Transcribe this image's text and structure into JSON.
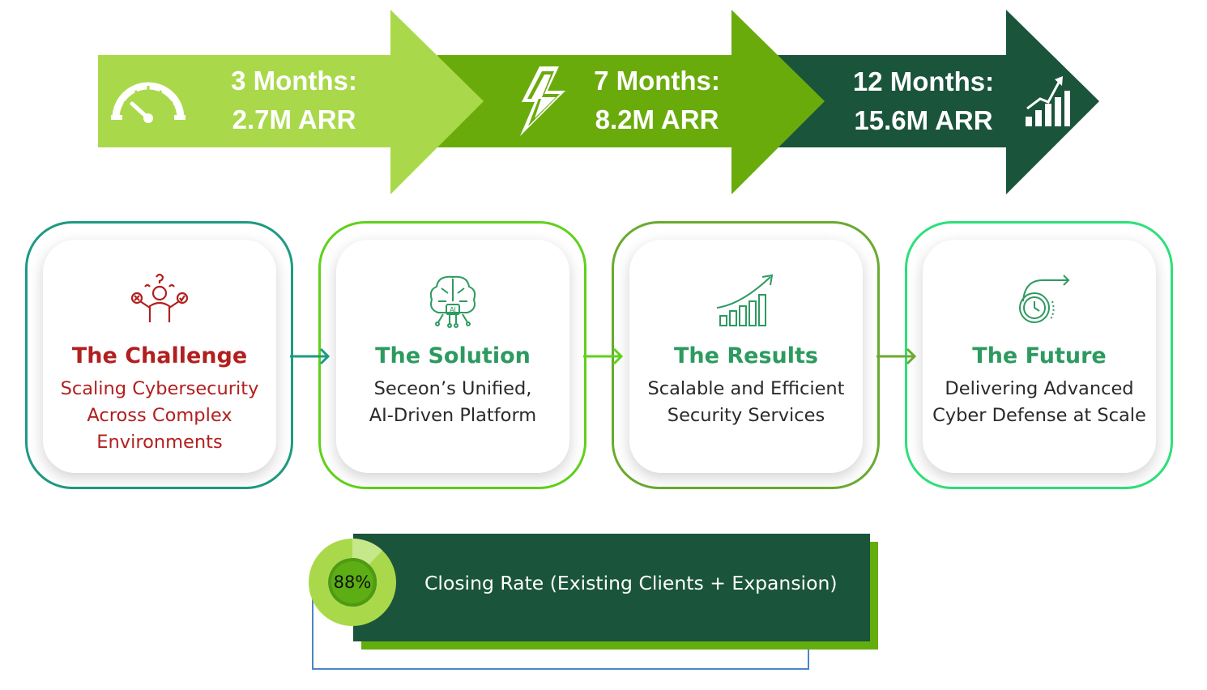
{
  "timeline": [
    {
      "label": "3 Months:",
      "value": "2.7M ARR",
      "icon": "speedometer-icon",
      "color": "#a9d94a"
    },
    {
      "label": "7 Months:",
      "value": "8.2M ARR",
      "icon": "lightning-icon",
      "color": "#6aab0c"
    },
    {
      "label": "12 Months:",
      "value": "15.6M ARR",
      "icon": "growth-chart-icon",
      "color": "#1a543b"
    }
  ],
  "cards": [
    {
      "title": "The Challenge",
      "description": "Scaling Cybersecurity Across Complex Environments",
      "icon": "confused-person-icon",
      "border_color": "#1d9a82",
      "title_color": "#b21f1f",
      "text_color": "#b21f1f"
    },
    {
      "title": "The Solution",
      "description": "Seceon’s Unified, AI-Driven Platform",
      "icon": "ai-brain-icon",
      "border_color": "#5fd11a",
      "title_color": "#2d9a5f",
      "text_color": "#2a2a2a"
    },
    {
      "title": "The Results",
      "description": "Scalable and Efficient Security Services",
      "icon": "rising-bars-icon",
      "border_color": "#6aaa2f",
      "title_color": "#2d9a5f",
      "text_color": "#2a2a2a"
    },
    {
      "title": "The Future",
      "description": "Delivering Advanced Cyber Defense at Scale",
      "icon": "clock-arrow-icon",
      "border_color": "#2de07a",
      "title_color": "#2d9a5f",
      "text_color": "#2a2a2a"
    }
  ],
  "stat": {
    "value": "88%",
    "percent": 88,
    "label": "Closing Rate (Existing Clients + Expansion)"
  }
}
